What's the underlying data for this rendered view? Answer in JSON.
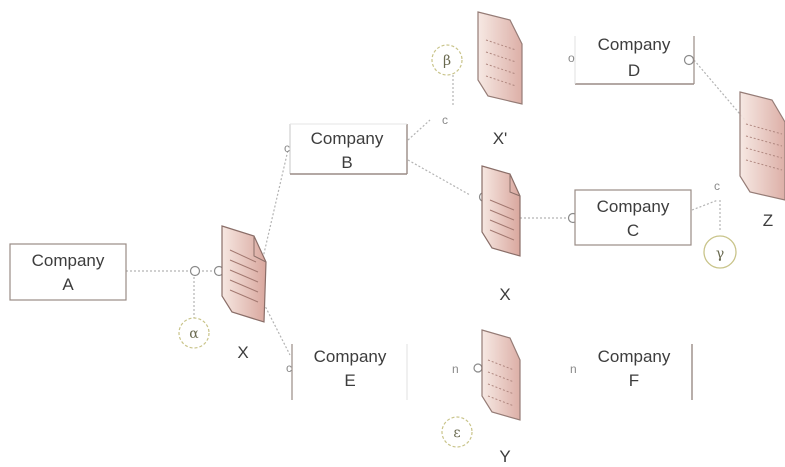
{
  "companies": {
    "a": {
      "line1": "Company",
      "line2": "A"
    },
    "b": {
      "line1": "Company",
      "line2": "B"
    },
    "c": {
      "line1": "Company",
      "line2": "C"
    },
    "d": {
      "line1": "Company",
      "line2": "D"
    },
    "e": {
      "line1": "Company",
      "line2": "E"
    },
    "f": {
      "line1": "Company",
      "line2": "F"
    }
  },
  "documents": {
    "x_main": "X",
    "x_right": "X",
    "x_prime": "X'",
    "y": "Y",
    "z": "Z"
  },
  "markers": {
    "alpha": "α",
    "beta": "β",
    "gamma": "γ",
    "epsilon": "ε"
  },
  "small_glyphs": {
    "c_near_b": "c",
    "c_near_e": "c",
    "c_near_z": "c",
    "c_mid": "c",
    "o_near_d": "o",
    "n_near_y": "n",
    "n_near_f": "n"
  },
  "colors": {
    "line": "#a8a8a8",
    "box_border": "#9a8c86",
    "doc_fill_light": "#f4e3dc",
    "doc_fill_dark": "#c98f86",
    "marker_ring": "#c9c48a"
  }
}
